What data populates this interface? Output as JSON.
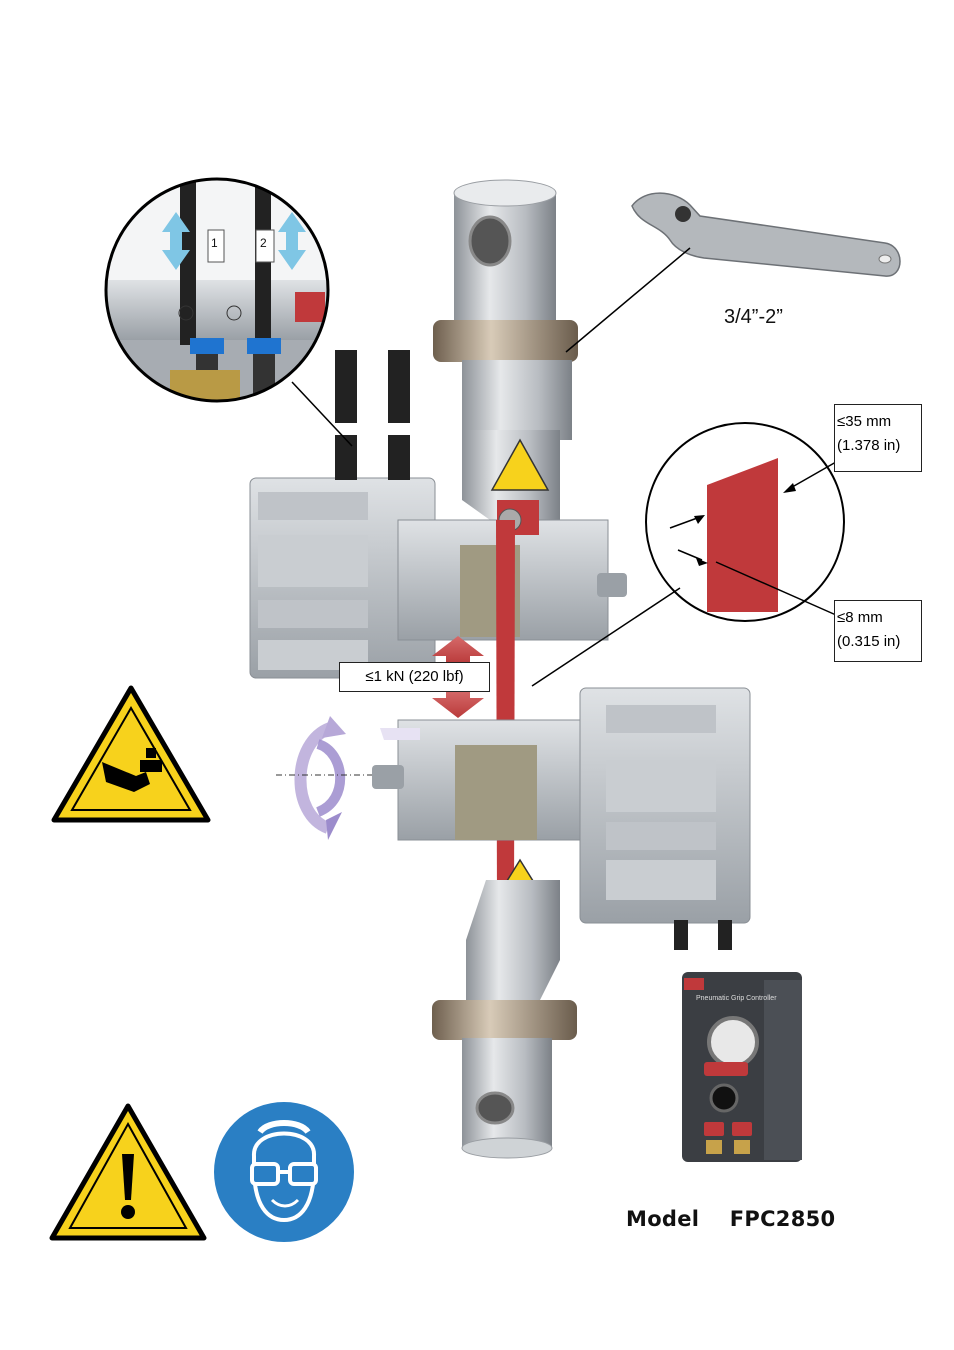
{
  "wrench_range": "3/4”-2”",
  "specimen_width": {
    "metric": "≤35 mm",
    "imperial": "(1.378 in)"
  },
  "specimen_thickness": {
    "metric": "≤8 mm",
    "imperial": "(0.315 in)"
  },
  "max_force": "≤1 kN (220 lbf)",
  "port_labels": [
    "1",
    "2"
  ],
  "controller_label": "Pneumatic Grip Controller",
  "model": "Model    FPC2850",
  "colors": {
    "warning_yellow": "#f7d21c",
    "mandatory_blue": "#2a7fc4",
    "specimen_red": "#c0393b",
    "metal": "#c8ccd0"
  },
  "icons": [
    "hand-crush-warning-icon",
    "general-warning-icon",
    "eye-protection-icon",
    "rotation-arrow-icon",
    "wrench-icon"
  ]
}
